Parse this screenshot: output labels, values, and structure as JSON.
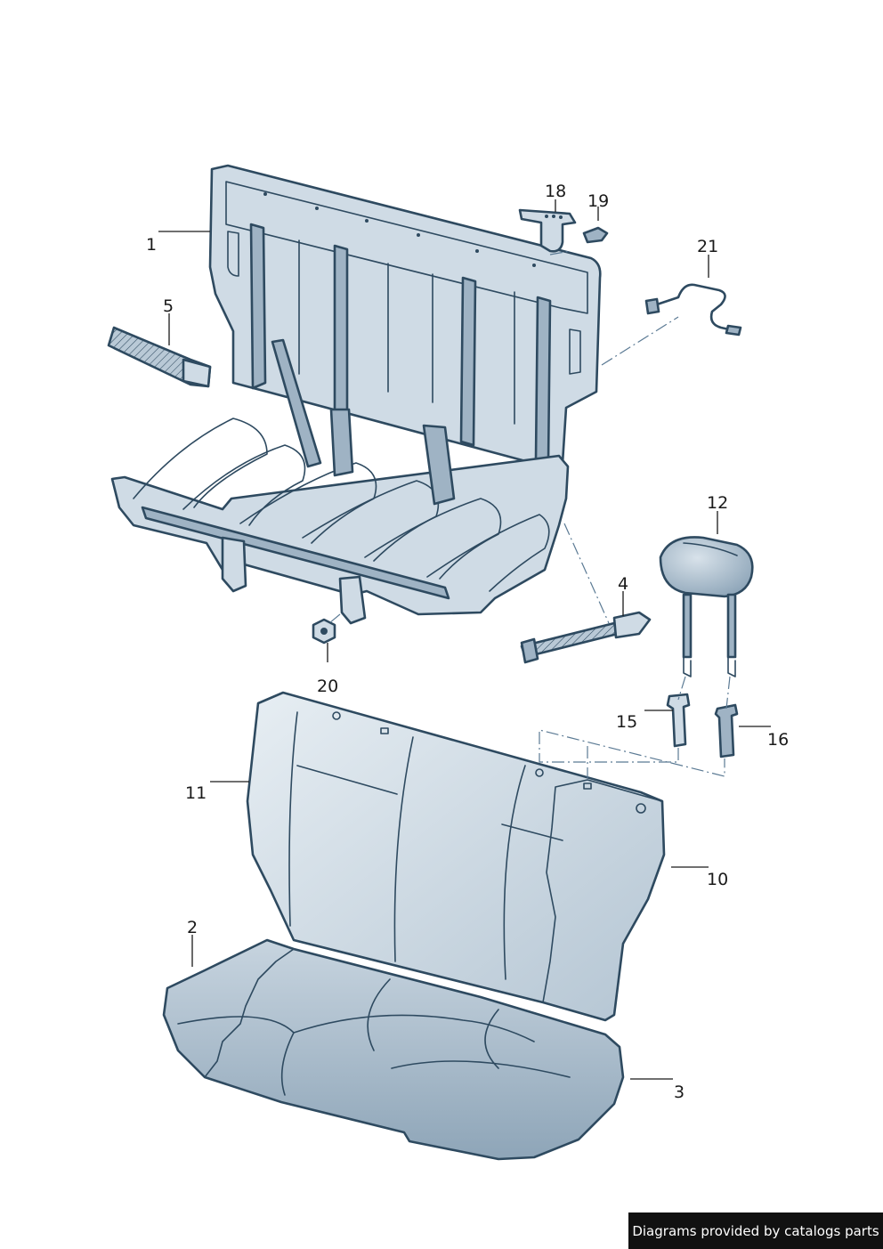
{
  "callouts": {
    "c1": "1",
    "c2": "2",
    "c3": "3",
    "c4": "4",
    "c5": "5",
    "c10": "10",
    "c11": "11",
    "c12": "12",
    "c15": "15",
    "c16": "16",
    "c18": "18",
    "c19": "19",
    "c20": "20",
    "c21": "21"
  },
  "credit": "Diagrams provided by catalogs parts",
  "colors": {
    "line": "#2e4a60",
    "part_fill": "#cfdbe5",
    "part_shade": "#9fb3c4",
    "credit_bg": "#111111"
  }
}
